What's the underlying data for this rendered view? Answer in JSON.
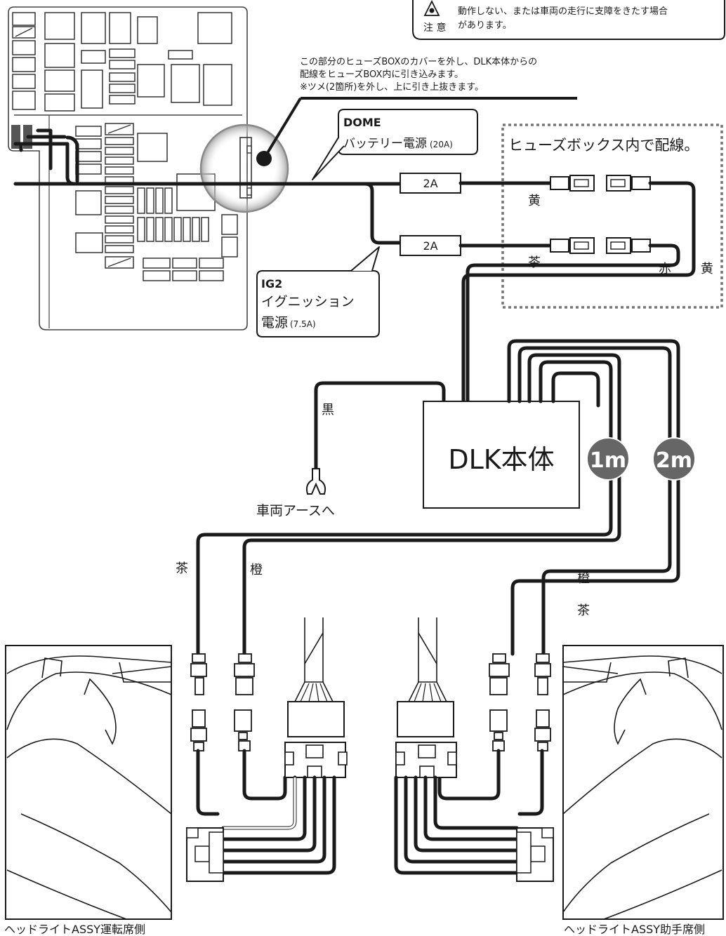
{
  "caution": {
    "label": "注 意",
    "lines": [
      "動作しない、または車両の走行に支障をきたす場合",
      "があります。"
    ]
  },
  "fusebox_note": {
    "lines": [
      "この部分のヒューズBOXのカバーを外し、DLK本体からの",
      "配線をヒューズBOX内に引き込みます。",
      "※ツメ(2箇所)を外し、上に引き上抜きます。"
    ]
  },
  "dome_callout": {
    "title": "DOME",
    "desc": "バッテリー電源",
    "rating": "(20A)"
  },
  "ig2_callout": {
    "title": "IG2",
    "line2": "イグニッション",
    "line3": "電源",
    "rating": "(7.5A)"
  },
  "fuse_labels": [
    "2A",
    "2A"
  ],
  "fuse_box_wiring_label": "ヒューズボックス内で配線。",
  "wire_colors": {
    "top_yellow": "黄",
    "mid_brown": "茶",
    "mid_red": "赤",
    "right_yellow": "黄",
    "ground_black": "黒",
    "left_brown": "茶",
    "left_orange": "橙",
    "right_orange": "橙",
    "right_brown": "茶"
  },
  "dlk_unit_label": "DLK本体",
  "ground_label": "車両アースへ",
  "cable_length_badges": [
    "1m",
    "2m"
  ],
  "headlight_left_label": "ヘッドライトASSY運転席側",
  "headlight_right_label": "ヘッドライトASSY助手席側",
  "colors": {
    "ink": "#1a1a1a",
    "badge_gray": "#666666",
    "fuse_gray": "#555555"
  }
}
